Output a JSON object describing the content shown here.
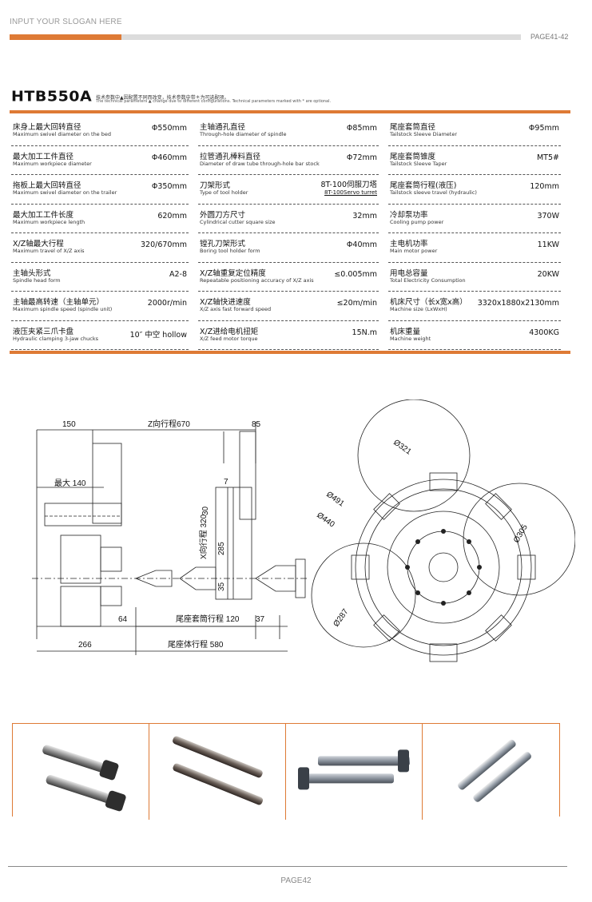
{
  "header": {
    "slogan": "INPUT YOUR SLOGAN HERE",
    "page_top": "PAGE41-42"
  },
  "model": "HTB550A",
  "note": {
    "cn": "技术参数中▲因配置不同而改变，技术参数中带＊为可选配项。",
    "en": "The technical parameters ▲ change due to different configurations. Technical parameters marked with * are optional."
  },
  "specs": [
    [
      {
        "cn": "床身上最大回转直径",
        "en": "Maximum swivel diameter on the bed",
        "value": "Φ550mm"
      },
      {
        "cn": "主轴通孔直径",
        "en": "Through-hole diameter of spindle",
        "value": "Φ85mm"
      },
      {
        "cn": "尾座套筒直径",
        "en": "Tailstock Sleeve Diameter",
        "value": "Φ95mm"
      }
    ],
    [
      {
        "cn": "最大加工工件直径",
        "en": "Maximum workpiece diameter",
        "value": "Φ460mm"
      },
      {
        "cn": "拉管通孔棒料直径",
        "en": "Diameter of draw tube through-hole bar stock",
        "value": "Φ72mm"
      },
      {
        "cn": "尾座套筒锥度",
        "en": "Tailstock Sleeve Taper",
        "value": "MT5#"
      }
    ],
    [
      {
        "cn": "拖板上最大回转直径",
        "en": "Maximum swivel diameter on the trailer",
        "value": "Φ350mm"
      },
      {
        "cn": "刀架形式",
        "en": "Type of tool holder",
        "value": "8T-100伺服刀塔",
        "value2": "8T-100Servo turret"
      },
      {
        "cn": "尾座套筒行程(液压)",
        "en": "Tailstock sleeve travel (hydraulic)",
        "value": "120mm"
      }
    ],
    [
      {
        "cn": "最大加工工件长度",
        "en": "Maximum workpiece length",
        "value": "620mm"
      },
      {
        "cn": "外圆刀方尺寸",
        "en": "Cylindrical cutter square size",
        "value": "32mm"
      },
      {
        "cn": "冷却泵功率",
        "en": "Cooling pump power",
        "value": "370W"
      }
    ],
    [
      {
        "cn": "X/Z轴最大行程",
        "en": "Maximum travel of X/Z axis",
        "value": "320/670mm"
      },
      {
        "cn": "镗孔刀架形式",
        "en": "Boring tool holder form",
        "value": "Φ40mm"
      },
      {
        "cn": "主电机功率",
        "en": "Main motor power",
        "value": "11KW"
      }
    ],
    [
      {
        "cn": "主轴头形式",
        "en": "Spindle head form",
        "value": "A2-8"
      },
      {
        "cn": "X/Z轴重复定位精度",
        "en": "Repeatable positioning accuracy of X/Z axis",
        "value": "≤0.005mm"
      },
      {
        "cn": "用电总容量",
        "en": "Total Electricity Consumption",
        "value": "20KW"
      }
    ],
    [
      {
        "cn": "主轴最高转速（主轴单元）",
        "en": "Maximum spindle speed (spindle unit)",
        "value": "2000r/min"
      },
      {
        "cn": "X/Z轴快进速度",
        "en": "X/Z axis fast forward speed",
        "value": "≤20m/min"
      },
      {
        "cn": "机床尺寸（长x宽x高）",
        "en": "Machine size (LxWxH)",
        "value": "3320x1880x2130mm"
      }
    ],
    [
      {
        "cn": "液压夹紧三爪卡盘",
        "en": "Hydraulic clamping 3-jaw chucks",
        "value": "10″ 中空 hollow"
      },
      {
        "cn": "X/Z进给电机扭矩",
        "en": "X/Z feed motor torque",
        "value": "15N.m"
      },
      {
        "cn": "机床重量",
        "en": "Machine weight",
        "value": "4300KG"
      }
    ]
  ],
  "drawing": {
    "dim_150": "150",
    "z_travel": "Z向行程670",
    "dim_85": "85",
    "max_140": "最大 140",
    "dim_7": "7",
    "dim_30": "30",
    "x_travel": "X向行程 320",
    "dim_285": "285",
    "dim_35": "35",
    "dim_64": "64",
    "sleeve_travel": "尾座套筒行程 120",
    "dim_37": "37",
    "dim_266": "266",
    "body_travel": "尾座体行程 580",
    "d321": "Ø321",
    "d491": "Ø491",
    "d440": "Ø440",
    "d305": "Ø305",
    "d287": "Ø287"
  },
  "photos": [
    {
      "name": "shaft-pair-1"
    },
    {
      "name": "shaft-pair-2"
    },
    {
      "name": "shaft-pair-3"
    },
    {
      "name": "shaft-pair-4"
    }
  ],
  "footer": {
    "page": "PAGE42"
  },
  "colors": {
    "accent": "#de7a35",
    "gray_bar": "#dcdcdc"
  }
}
